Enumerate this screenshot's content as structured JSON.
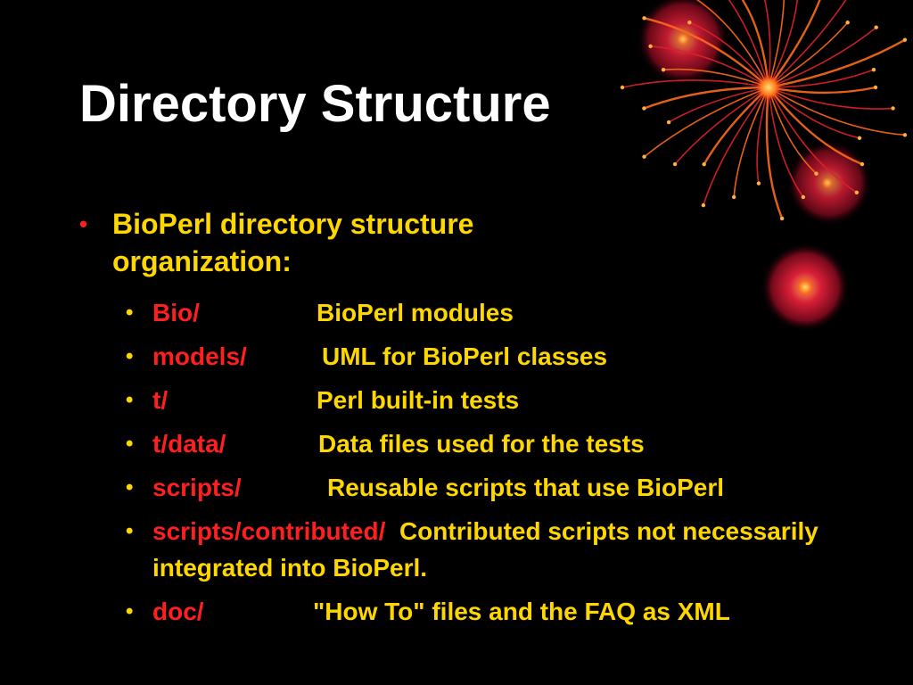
{
  "slide": {
    "title": "Directory Structure",
    "main_bullet": "BioPerl directory structure organization:",
    "items": [
      {
        "dir": "Bio/",
        "desc": "BioPerl modules"
      },
      {
        "dir": "models/",
        "desc": "UML for BioPerl classes"
      },
      {
        "dir": "t/",
        "desc": "Perl built-in tests"
      },
      {
        "dir": "t/data/",
        "desc": "Data files used for the tests"
      },
      {
        "dir": "scripts/",
        "desc": "Reusable scripts that use BioPerl"
      },
      {
        "dir": "scripts/contributed/",
        "desc": "Contributed scripts not necessarily integrated into BioPerl."
      },
      {
        "dir": "doc/",
        "desc": "\"How To\" files and the FAQ as XML"
      }
    ]
  },
  "colors": {
    "background": "#000000",
    "title": "#ffffff",
    "text": "#ffd700",
    "accent": "#ff1f1f"
  },
  "icons": {
    "decoration": "firework-sparkle-icon"
  }
}
